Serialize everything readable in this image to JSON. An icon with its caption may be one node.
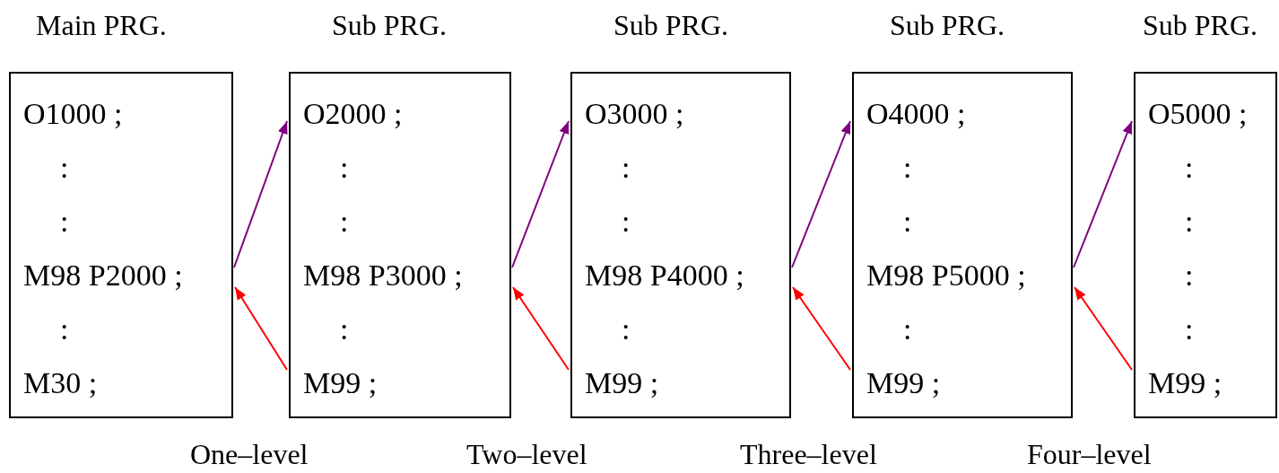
{
  "diagram": {
    "nodes": [
      {
        "text": [
          "Main PRG.",
          "O1000 ;",
          ":",
          ":",
          "M98 P2000 ;",
          ":",
          "M30 ;"
        ]
      },
      {
        "text": [
          "Sub PRG.",
          "O2000 ;",
          ":",
          ":",
          "M98 P3000 ;",
          ":",
          "M99 ;"
        ]
      },
      {
        "text": [
          "Sub PRG.",
          "O3000 ;",
          ":",
          ":",
          "M98 P4000 ;",
          ":",
          "M99 ;"
        ]
      },
      {
        "text": [
          "Sub PRG.",
          "O4000 ;",
          ":",
          ":",
          "M98 P5000 ;",
          ":",
          "M99 ;"
        ]
      },
      {
        "text": [
          "Sub PRG.",
          "O5000 ;",
          ":",
          ":",
          ":",
          ":",
          "M99 ;"
        ]
      }
    ],
    "edges": [
      {
        "from": 0,
        "to": 1,
        "arrow": "to",
        "color": "#800080"
      },
      {
        "from": 1,
        "to": 0,
        "arrow": "to",
        "color": "#ff0000"
      },
      {
        "from": 1,
        "to": 2,
        "arrow": "to",
        "color": "#800080"
      },
      {
        "from": 2,
        "to": 1,
        "arrow": "to",
        "color": "#ff0000"
      },
      {
        "from": 2,
        "to": 3,
        "arrow": "to",
        "color": "#800080"
      },
      {
        "from": 3,
        "to": 2,
        "arrow": "to",
        "color": "#ff0000"
      },
      {
        "from": 3,
        "to": 4,
        "arrow": "to",
        "color": "#800080"
      },
      {
        "from": 4,
        "to": 3,
        "arrow": "to",
        "color": "#ff0000"
      }
    ],
    "labels": [
      "One–level",
      "Two–level",
      "Three–level",
      "Four–level"
    ]
  }
}
